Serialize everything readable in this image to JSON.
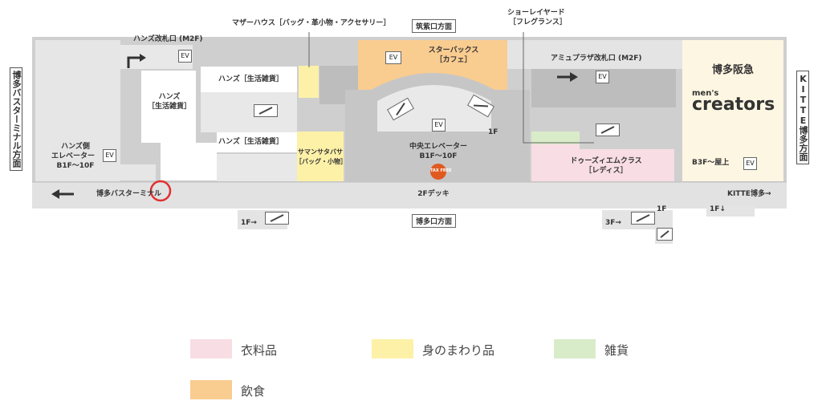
{
  "colors": {
    "floor": "#cfcfcf",
    "building": "#e6e6e6",
    "corridor": "#d9d9d9",
    "deck": "#e3e3e3",
    "clothing": "#f8dde4",
    "accessories": "#fdf1a8",
    "goods": "#d9ecc9",
    "food": "#f9cc90",
    "hakyu": "#fdf6e2",
    "marker": "#e03030",
    "taxfree": "#e05a20"
  },
  "side_labels": {
    "left": "博多バスターミナル方面",
    "right": "KITTE博多方面"
  },
  "top_tags": {
    "chikushi": "筑紫口方面",
    "hakata": "博多口方面"
  },
  "callouts": {
    "mother_house": "マザーハウス［バッグ・革小物・アクセサリー］",
    "show_layard_1": "ショーレイヤード",
    "show_layard_2": "［フレグランス］"
  },
  "shops": {
    "hands_gate": "ハンズ改札口 (M2F)",
    "hands_main_1": "ハンズ",
    "hands_main_2": "［生活雑貨］",
    "hands_goods_top": "ハンズ［生活雑貨］",
    "hands_goods_mid": "ハンズ［生活雑貨］",
    "samantha_1": "サマンサタバサ",
    "samantha_2": "［バッグ・小物］",
    "starbucks_1": "スターバックス",
    "starbucks_2": "［カフェ］",
    "central_elev_1": "中央エレベーター",
    "central_elev_2": "B1F～10F",
    "amu_gate": "アミュプラザ改札口 (M2F)",
    "doors_1": "ドゥーズィエムクラス",
    "doors_2": "［レディス］",
    "hakyu_name": "博多阪急",
    "mens_small": "men's",
    "mens_big": "creators",
    "hakyu_floors": "B3F～屋上",
    "hands_elev_1": "ハンズ側",
    "hands_elev_2": "エレベーター",
    "hands_elev_3": "B1F～10F",
    "deck": "2Fデッキ",
    "bus_terminal": "博多バスターミナル",
    "kitte": "KITTE博多→",
    "tax_free": "TAX FREE"
  },
  "floor_marks": {
    "f1_a": "1F→",
    "f1_b": "1F",
    "f3": "3F→",
    "f1_c": "1F",
    "f1_d": "1F↓",
    "elev": "EV"
  },
  "legend": [
    {
      "label": "衣料品",
      "color": "#f8dde4"
    },
    {
      "label": "身のまわり品",
      "color": "#fdf1a8"
    },
    {
      "label": "雑貨",
      "color": "#d9ecc9"
    },
    {
      "label": "飲食",
      "color": "#f9cc90"
    }
  ]
}
